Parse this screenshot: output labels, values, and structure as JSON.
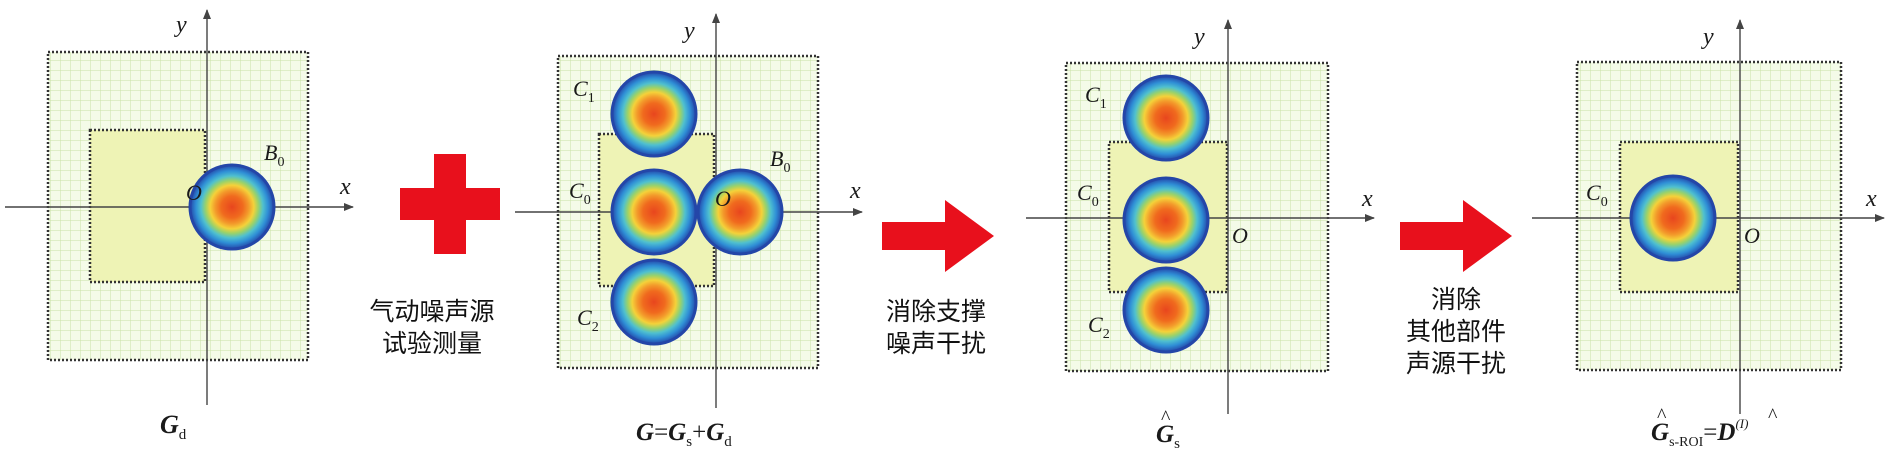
{
  "colors": {
    "grid_bg": "#f4fbe8",
    "grid_line": "#c9e2a6",
    "grid_border": "#333333",
    "inner_region": "#eef3b5",
    "axis": "#444444",
    "plus": "#e8101c",
    "arrow": "#e8101c",
    "source_rings": [
      "#2446a8",
      "#2f8fd6",
      "#4fc0cf",
      "#9ad26a",
      "#f4d23a",
      "#f39a2b",
      "#e8461e"
    ]
  },
  "axis_labels": {
    "x": "x",
    "y": "y",
    "origin": "O"
  },
  "panel1": {
    "sources": [
      {
        "id": "B",
        "sub": "0"
      }
    ],
    "caption": {
      "main": "G",
      "sub": "d"
    }
  },
  "op1": {
    "icon": "plus-icon",
    "line1": "气动噪声源",
    "line2": "试验测量"
  },
  "panel2": {
    "sources": [
      {
        "id": "C",
        "sub": "1"
      },
      {
        "id": "C",
        "sub": "0"
      },
      {
        "id": "C",
        "sub": "2"
      },
      {
        "id": "B",
        "sub": "0"
      }
    ],
    "caption": {
      "g": "G",
      "eq": "=",
      "gs": "G",
      "s": "s",
      "plus": "+",
      "gd": "G",
      "d": "d"
    }
  },
  "op2": {
    "icon": "right-arrow-icon",
    "line1": "消除支撑",
    "line2": "噪声干扰"
  },
  "panel3": {
    "sources": [
      {
        "id": "C",
        "sub": "1"
      },
      {
        "id": "C",
        "sub": "0"
      },
      {
        "id": "C",
        "sub": "2"
      }
    ],
    "caption": {
      "hat": "^",
      "main": "G",
      "sub": "s"
    }
  },
  "op3": {
    "icon": "right-arrow-icon",
    "line1": "消除",
    "line2": "其他部件",
    "line3": "声源干扰"
  },
  "panel4": {
    "sources": [
      {
        "id": "C",
        "sub": "0"
      }
    ],
    "caption": {
      "hat": "^",
      "main": "G",
      "sub": "s-ROI",
      "eq": "=",
      "hat2": "^",
      "d": "D",
      "sup": "(I)"
    }
  }
}
